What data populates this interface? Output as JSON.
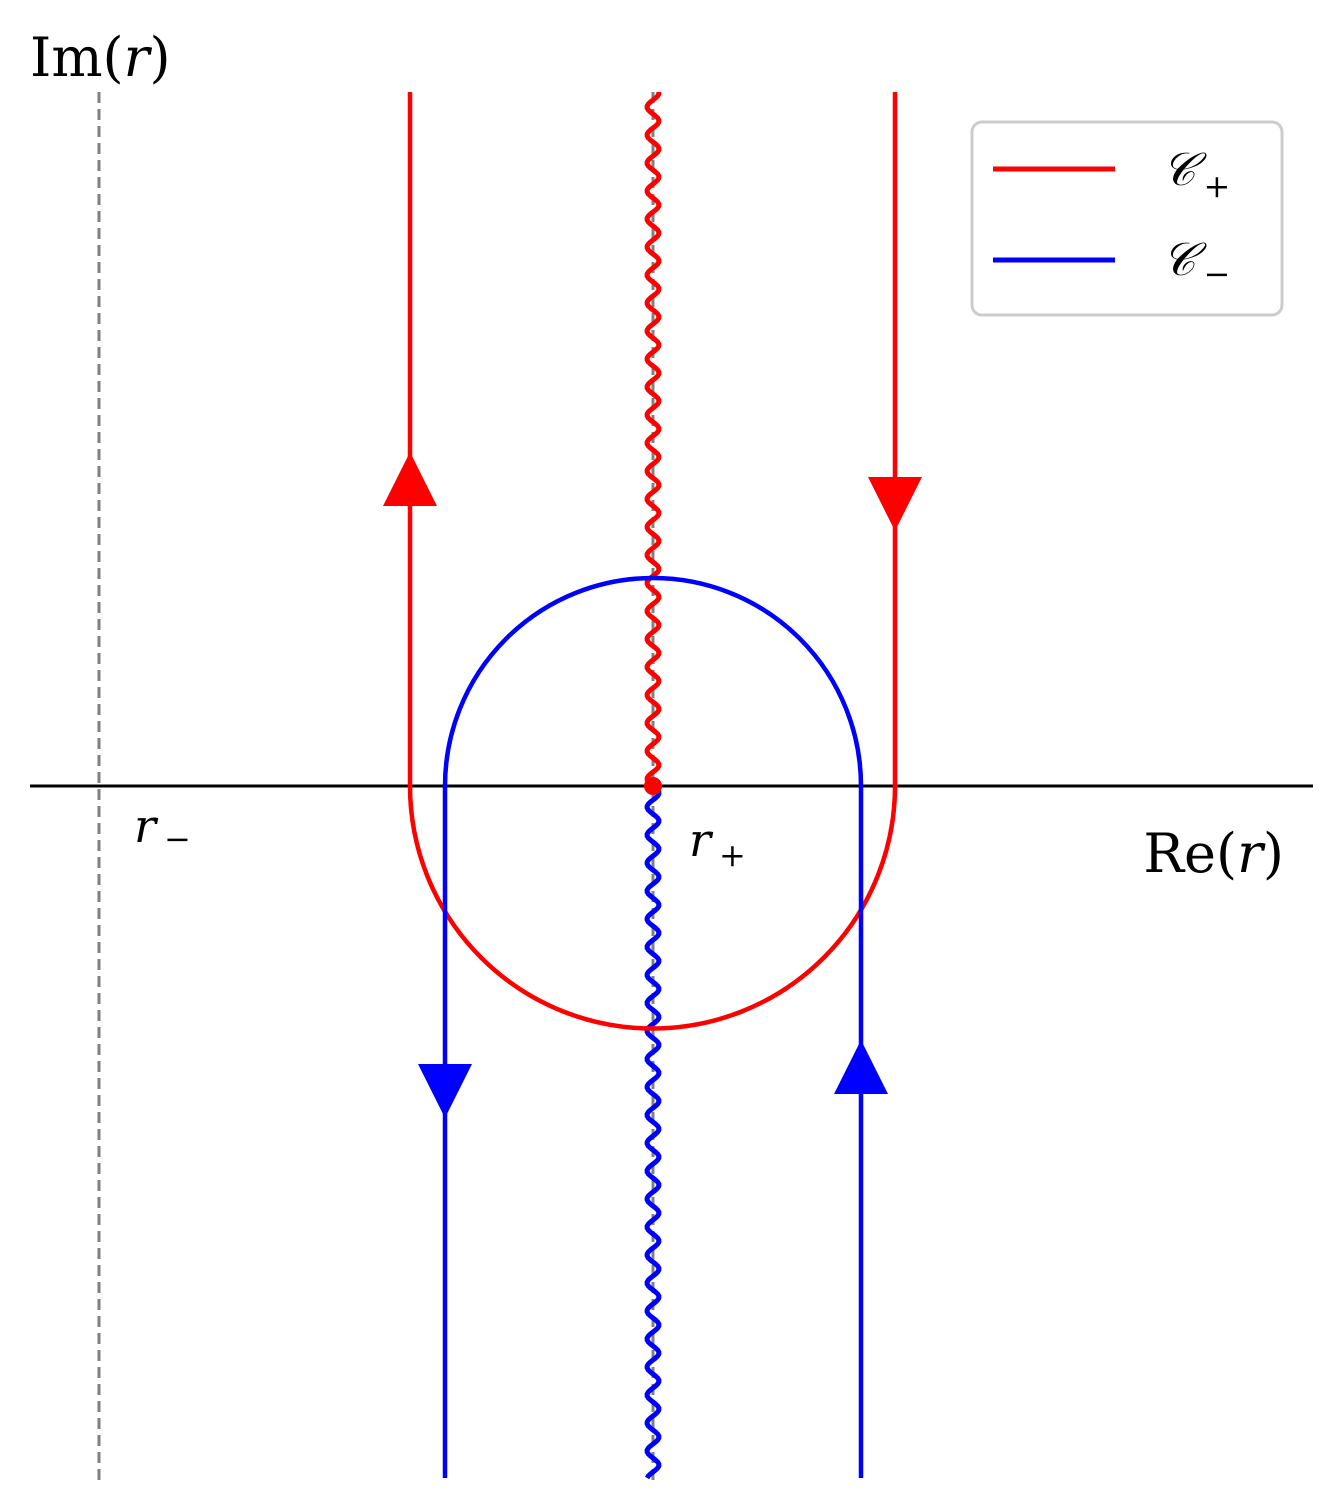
{
  "diagram": {
    "axes": {
      "y_label": "Im(r)",
      "y_label_main": "Im",
      "y_label_paren_open": "(",
      "y_label_var": "r",
      "y_label_paren_close": ")",
      "x_label": "Re(r)",
      "x_label_main": "Re",
      "x_label_paren_open": "(",
      "x_label_var": "r",
      "x_label_paren_close": ")"
    },
    "points": {
      "r_minus": {
        "symbol": "r",
        "sub": "−"
      },
      "r_plus": {
        "symbol": "r",
        "sub": "+"
      }
    },
    "legend": {
      "position": "top-right",
      "entries": [
        {
          "symbol": "𝒞",
          "sub": "+",
          "color": "#ff0000"
        },
        {
          "symbol": "𝒞",
          "sub": "−",
          "color": "#0000ff"
        }
      ]
    },
    "colors": {
      "contour_plus": "#ff0000",
      "contour_minus": "#0000ff",
      "axis": "#000000",
      "guide_dashed": "#808080",
      "legend_border": "#cccccc"
    }
  }
}
